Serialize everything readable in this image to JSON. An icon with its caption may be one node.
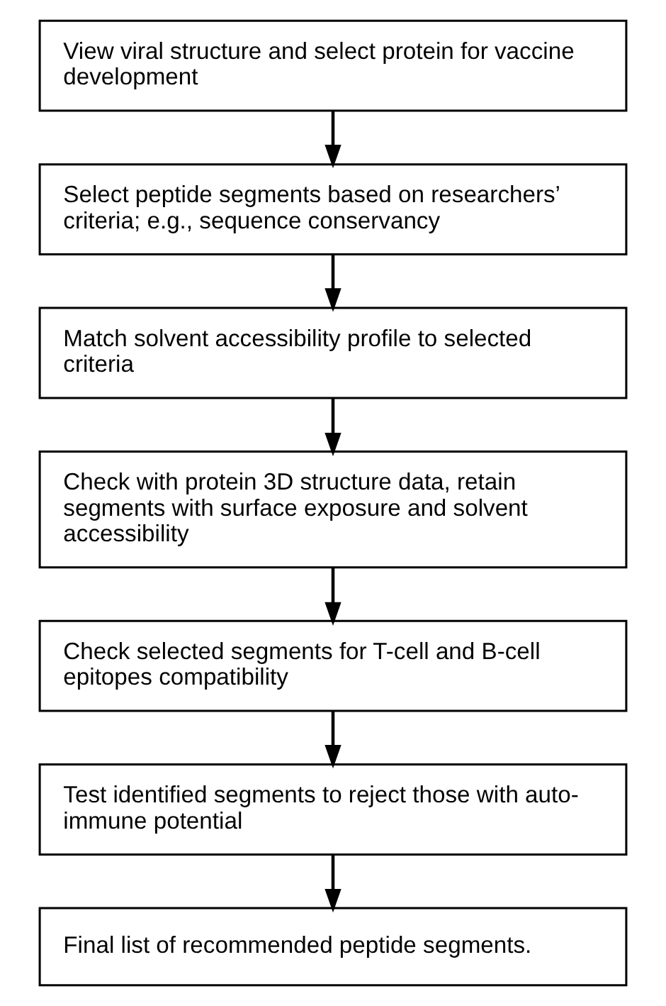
{
  "diagram": {
    "nodes": [
      {
        "text": [
          "View viral structure and select protein for vaccine development"
        ]
      },
      {
        "text": [
          "Select peptide segments based on researchers’ criteria; e.g., sequence conservancy"
        ]
      },
      {
        "text": [
          "Match solvent accessibility profile to selected criteria"
        ]
      },
      {
        "text": [
          "Check with protein 3D structure data, retain segments with surface exposure and solvent accessibility"
        ]
      },
      {
        "text": [
          "Check selected segments for T-cell and B-cell epitopes compatibility"
        ]
      },
      {
        "text": [
          "Test identified segments to reject those with auto-immune potential"
        ]
      },
      {
        "text": [
          "Final list of recommended peptide segments."
        ]
      }
    ],
    "edges": [
      {
        "from": 0,
        "to": 1,
        "arrow": "to"
      },
      {
        "from": 1,
        "to": 2,
        "arrow": "to"
      },
      {
        "from": 2,
        "to": 3,
        "arrow": "to"
      },
      {
        "from": 3,
        "to": 4,
        "arrow": "to"
      },
      {
        "from": 4,
        "to": 5,
        "arrow": "to"
      },
      {
        "from": 5,
        "to": 6,
        "arrow": "to"
      }
    ]
  }
}
